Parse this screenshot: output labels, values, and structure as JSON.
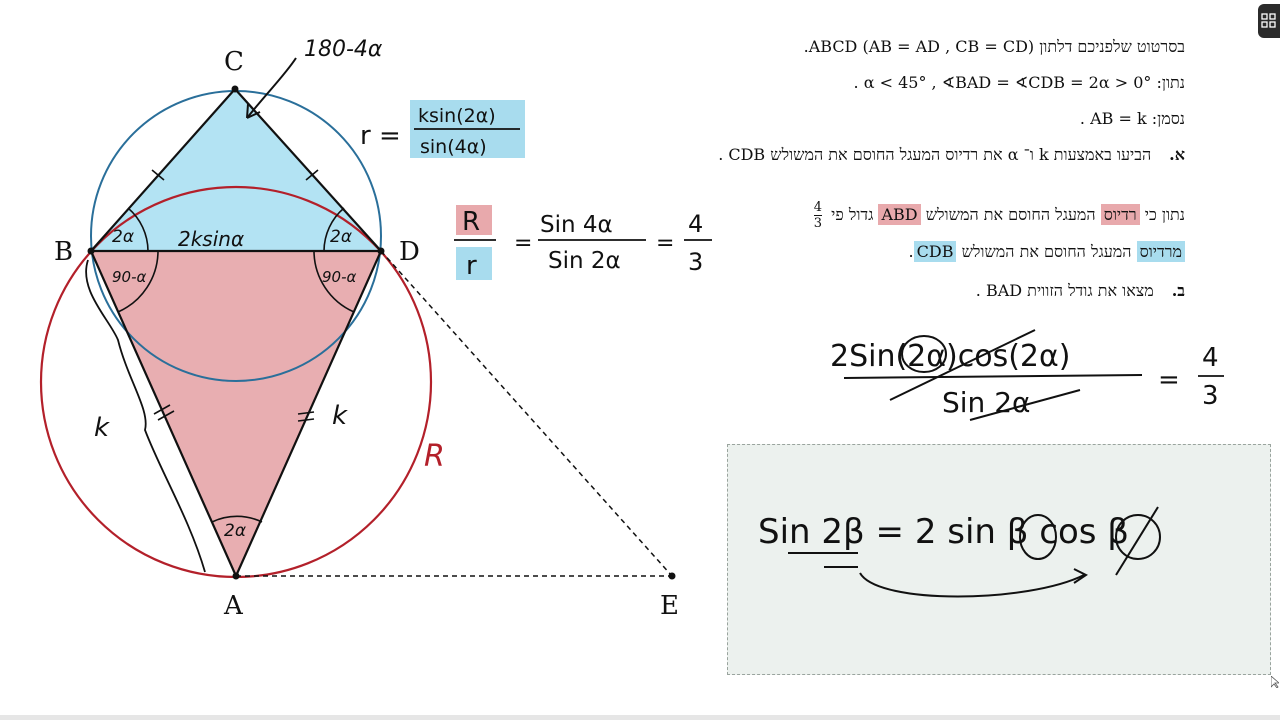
{
  "problem": {
    "line1": "בסרטוט שלפניכם דלתון ABCD (AB = AD ,  CB = CD).",
    "line2": "נתון:  0° < α < 45° ,  ∢BAD = ∢CDB = 2α .",
    "line3": "נסמן:  AB = k .",
    "part_a_label": "א.",
    "part_a_text": "הביעו באמצעות k ו־ α את רדיוס המעגל החוסם את המשולש CDB .",
    "part_b_intro_1": "נתון כי",
    "part_b_highlight_radius_1": "רדיוס",
    "part_b_intro_2": "המעגל החוסם את המשולש",
    "part_b_highlight_abd": "ABD",
    "part_b_intro_3": "גדול פי",
    "frac_num": "4",
    "frac_den": "3",
    "part_b_line2_highlight": "מרדיוס",
    "part_b_line2_text": "המעגל החוסם את המשולש",
    "part_b_highlight_cdb": "CDB",
    "part_b_label": "ב.",
    "part_b_text": "מצאו את גודל הזווית BAD ."
  },
  "diagram": {
    "points": {
      "C": "C",
      "B": "B",
      "D": "D",
      "A": "A",
      "E": "E"
    },
    "annotations": {
      "top_angle": "180-4α",
      "angle_b_upper": "2α",
      "angle_d_upper": "2α",
      "angle_b_lower": "90-α",
      "angle_d_lower": "90-α",
      "angle_a": "2α",
      "bd_length": "2ksinα",
      "side_ab": "k",
      "side_ad": "k",
      "big_r": "R"
    },
    "colors": {
      "blue_circle": "#2a6f9a",
      "red_circle": "#b3202a",
      "blue_fill": "#b3e3f3",
      "red_fill": "#e8aeb1"
    }
  },
  "handwriting": {
    "r_formula_lhs": "r =",
    "r_formula_num": "ksin(2α)",
    "r_formula_den": "sin(4α)",
    "ratio_num": "R",
    "ratio_den": "r",
    "ratio_eq1": "=",
    "ratio_mid_num": "Sin 4α",
    "ratio_mid_den": "Sin 2α",
    "ratio_eq2": "=",
    "ratio_rhs_num": "4",
    "ratio_rhs_den": "3",
    "eq2_num": "2Sin(2α)cos(2α)",
    "eq2_den": "Sin 2α",
    "eq2_eq": "=",
    "eq2_rhs_num": "4",
    "eq2_rhs_den": "3",
    "identity": "Sin 2β = 2 sin β cos β"
  }
}
